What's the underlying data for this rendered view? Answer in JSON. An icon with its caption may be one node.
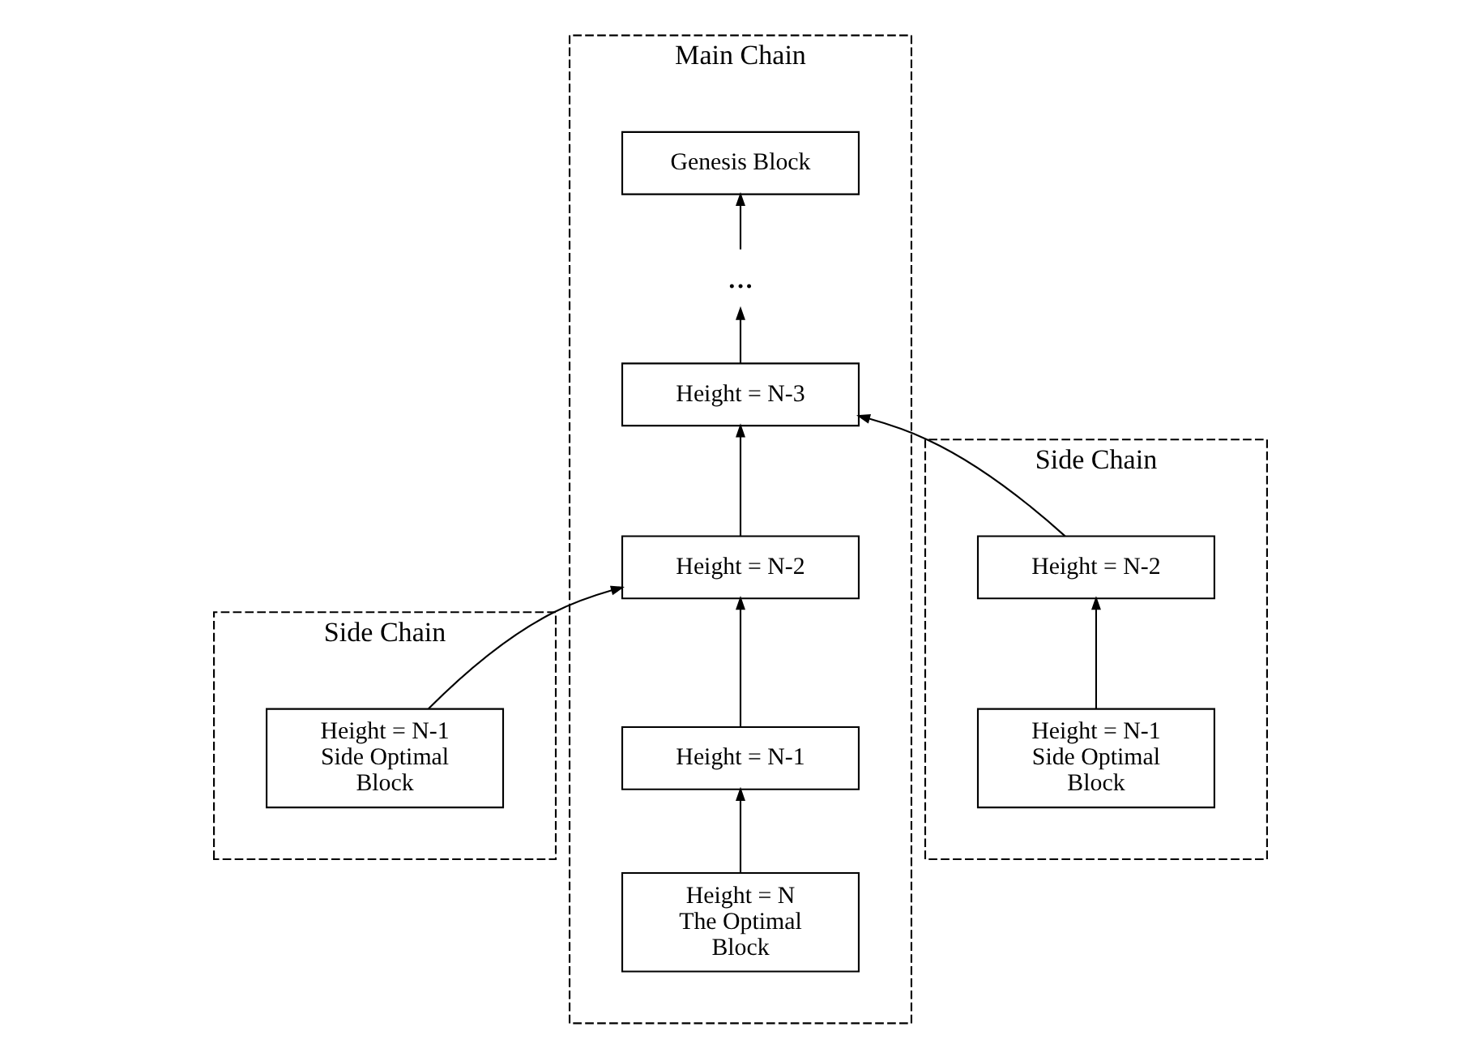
{
  "diagram": {
    "nodes": [
      {
        "text": [
          "Side Chain"
        ]
      },
      {
        "text": [
          "Height = N-1 Side Optimal Block"
        ],
        "in": 0
      },
      {
        "text": [
          "Main Chain"
        ]
      },
      {
        "text": [
          "Genesis Block"
        ],
        "in": 2
      },
      {
        "text": [
          "..."
        ],
        "in": 2
      },
      {
        "text": [
          "Height = N-3"
        ],
        "in": 2
      },
      {
        "text": [
          "Height = N-2"
        ],
        "in": 2
      },
      {
        "text": [
          "Height = N-1"
        ],
        "in": 2
      },
      {
        "text": [
          "Height = N The Optimal Block"
        ],
        "in": 2
      },
      {
        "text": [
          "Side Chain"
        ]
      },
      {
        "text": [
          "Height = N-2"
        ],
        "in": 9
      },
      {
        "text": [
          "Height = N-1 Side Optimal Block"
        ],
        "in": 9
      }
    ],
    "edges": [
      {
        "from": 4,
        "to": 3,
        "arrow": "to"
      },
      {
        "from": 5,
        "to": 4,
        "arrow": "to"
      },
      {
        "from": 6,
        "to": 5,
        "arrow": "to"
      },
      {
        "from": 7,
        "to": 6,
        "arrow": "to"
      },
      {
        "from": 8,
        "to": 7,
        "arrow": "to"
      },
      {
        "from": 1,
        "to": 6,
        "arrow": "to"
      },
      {
        "from": 10,
        "to": 5,
        "arrow": "to"
      },
      {
        "from": 11,
        "to": 10,
        "arrow": "to"
      }
    ]
  }
}
